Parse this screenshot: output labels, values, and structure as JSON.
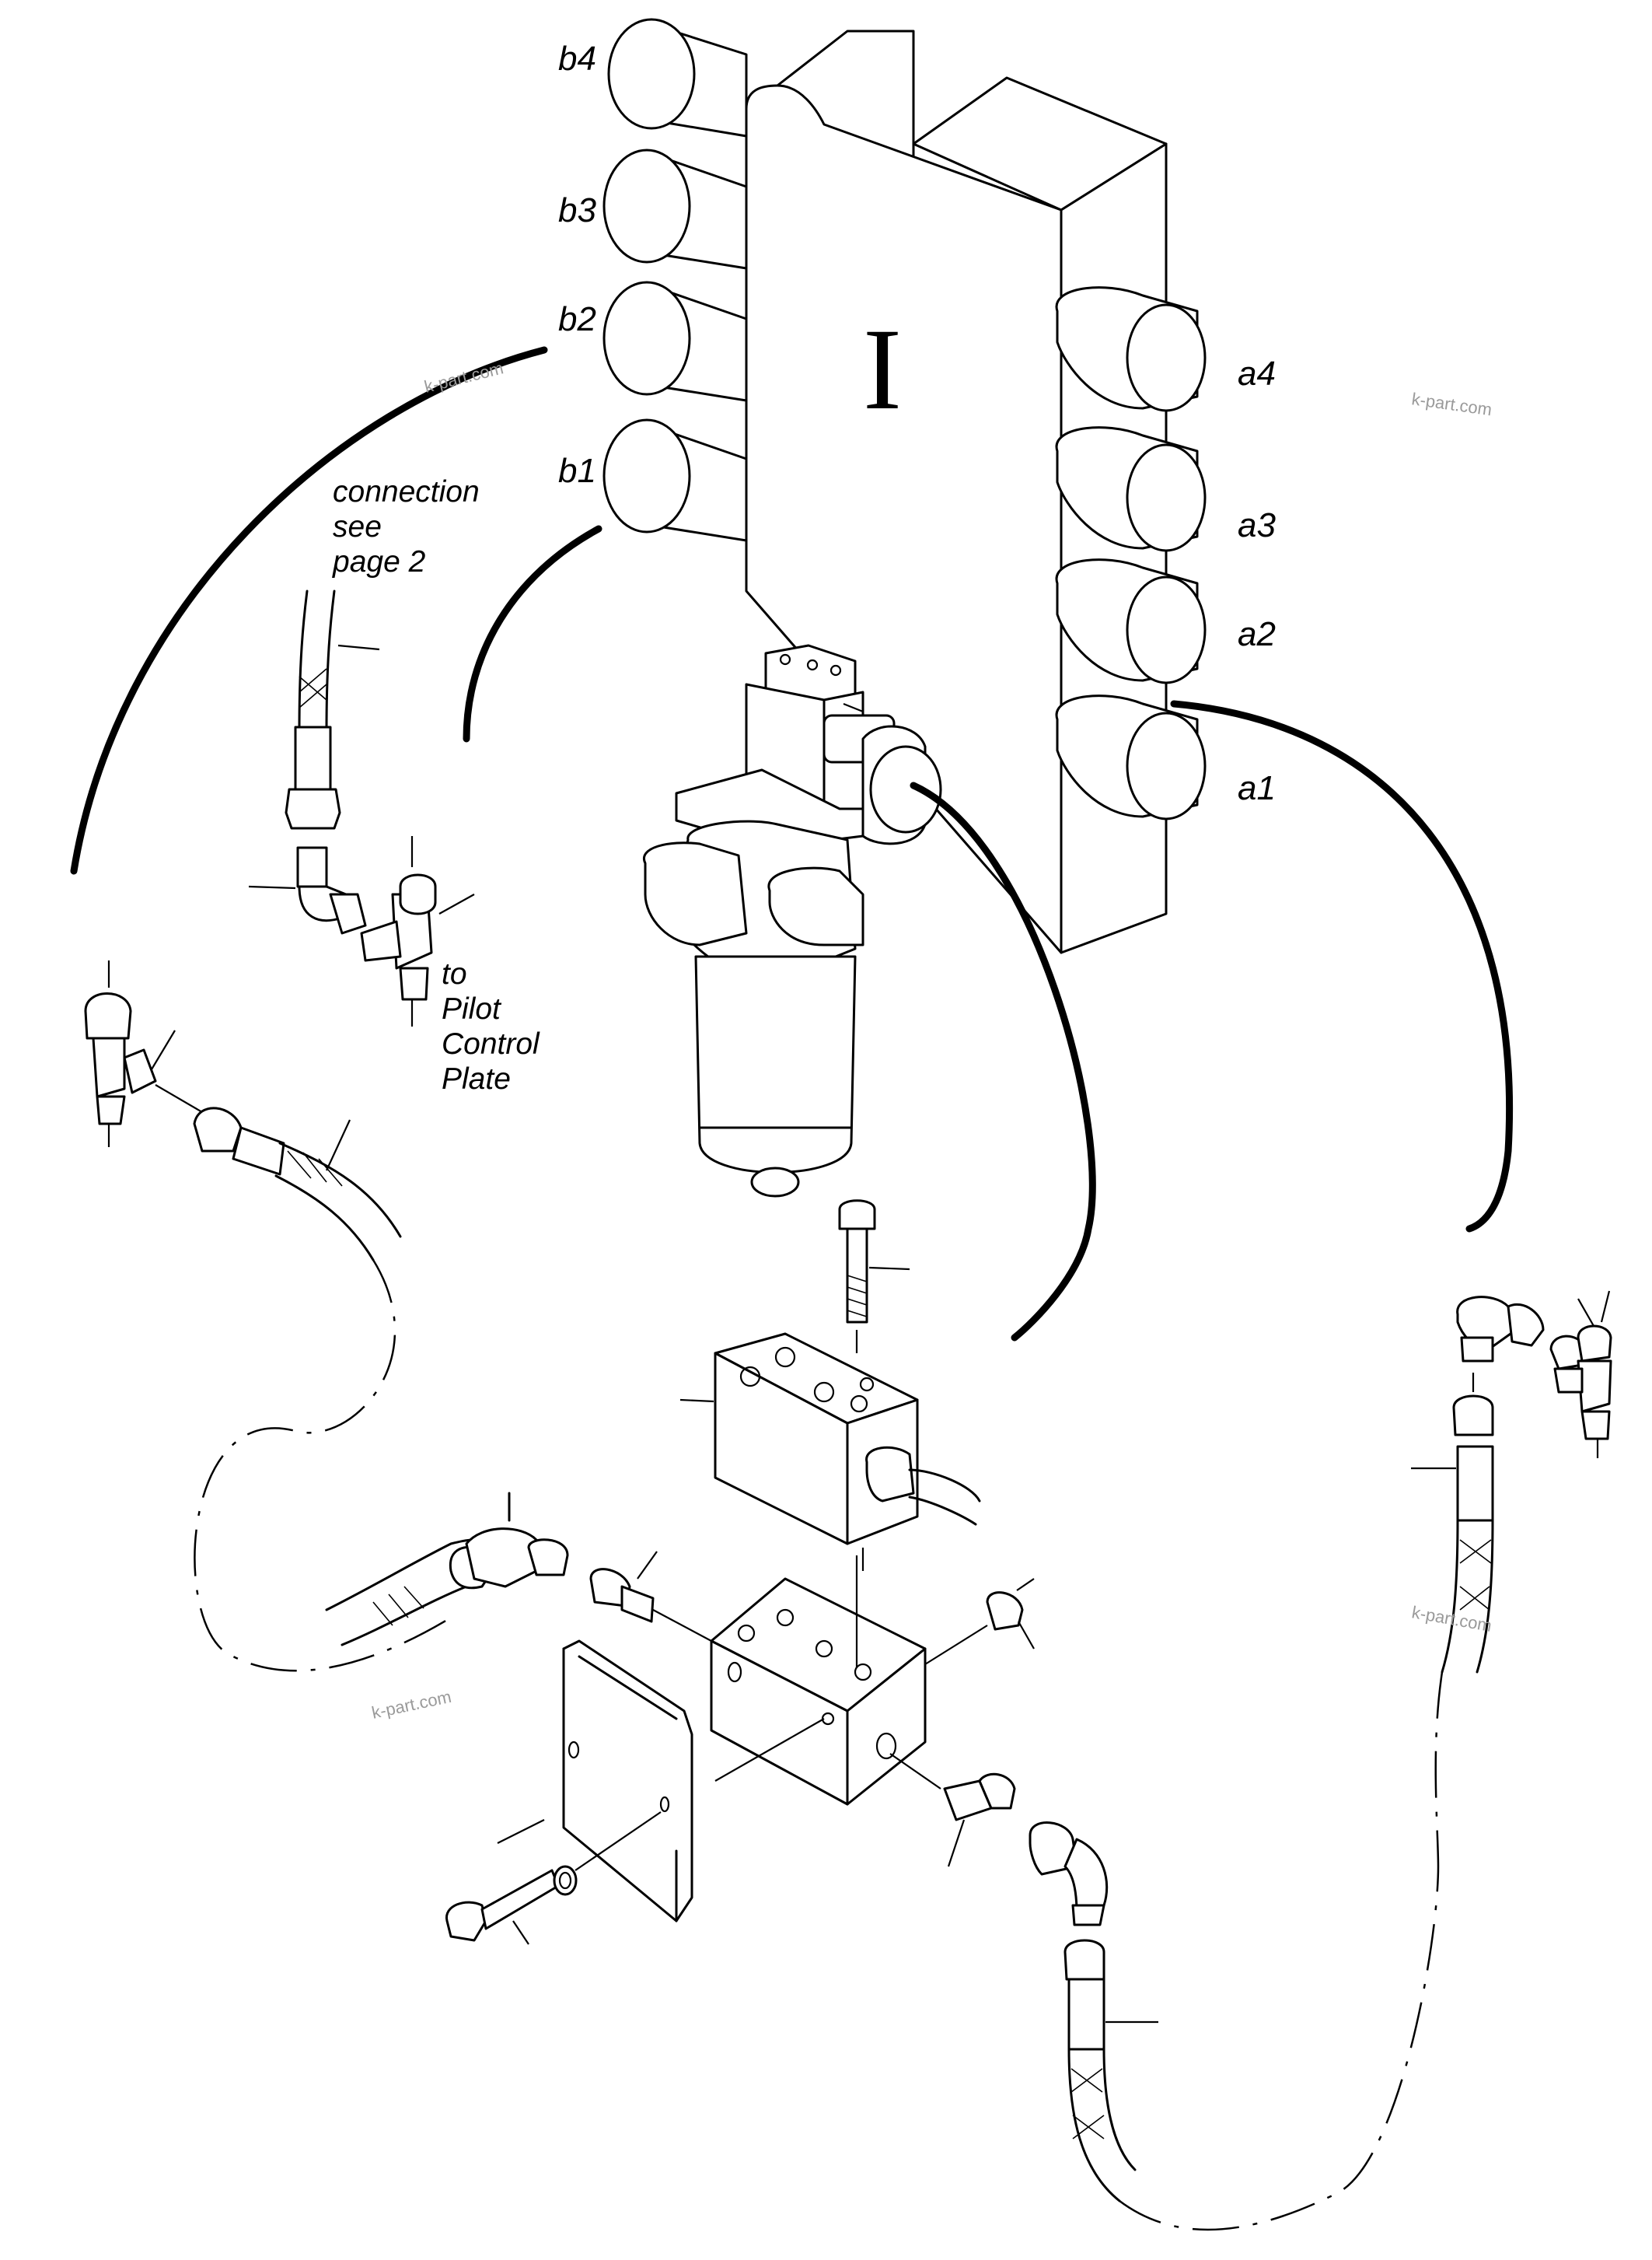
{
  "port_labels_b": [
    "b4",
    "b3",
    "b2",
    "b1"
  ],
  "port_labels_a": [
    "a4",
    "a3",
    "a2",
    "a1"
  ],
  "block_mark": "I",
  "note_connection": [
    "connection",
    "see",
    "page 2"
  ],
  "note_pilot": [
    "to",
    "Pilot",
    "Control",
    "Plate"
  ],
  "watermark": "k-part.com"
}
